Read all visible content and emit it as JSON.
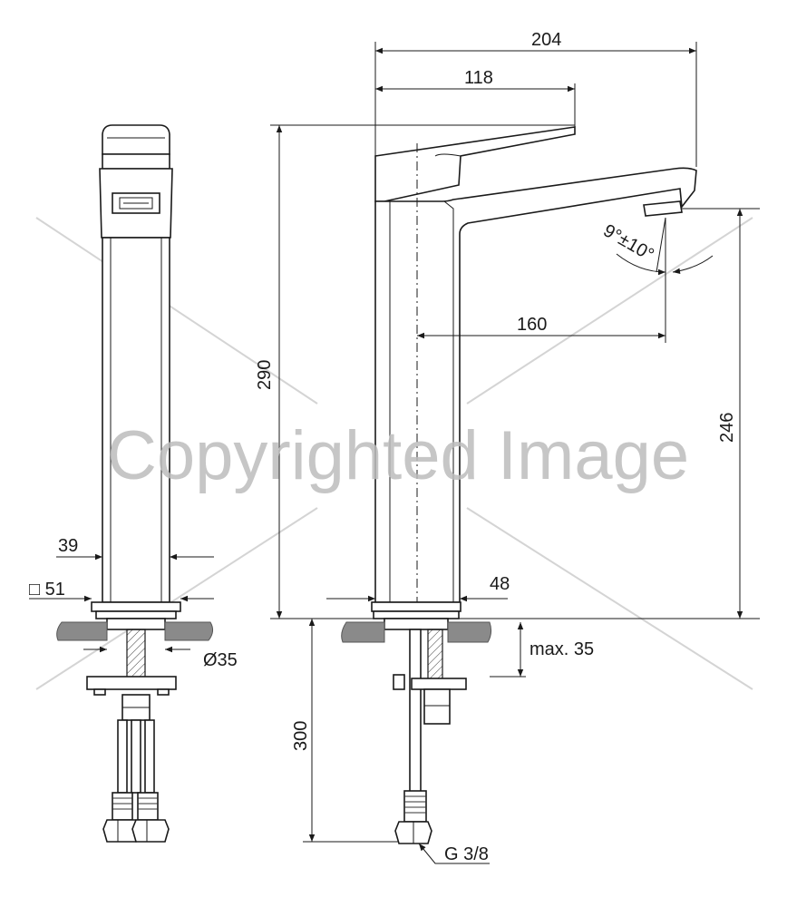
{
  "watermark": "Copyrighted Image",
  "dimensions": {
    "overall_length": "204",
    "lever_length": "118",
    "height_total": "290",
    "outlet_height": "246",
    "spout_reach": "160",
    "body_width": "39",
    "base_square": "□ 51",
    "hole_diameter": "Ø35",
    "base_depth": "48",
    "max_counter": "max. 35",
    "hose_length": "300",
    "connection": "G 3/8",
    "angle": "9°±10°"
  }
}
